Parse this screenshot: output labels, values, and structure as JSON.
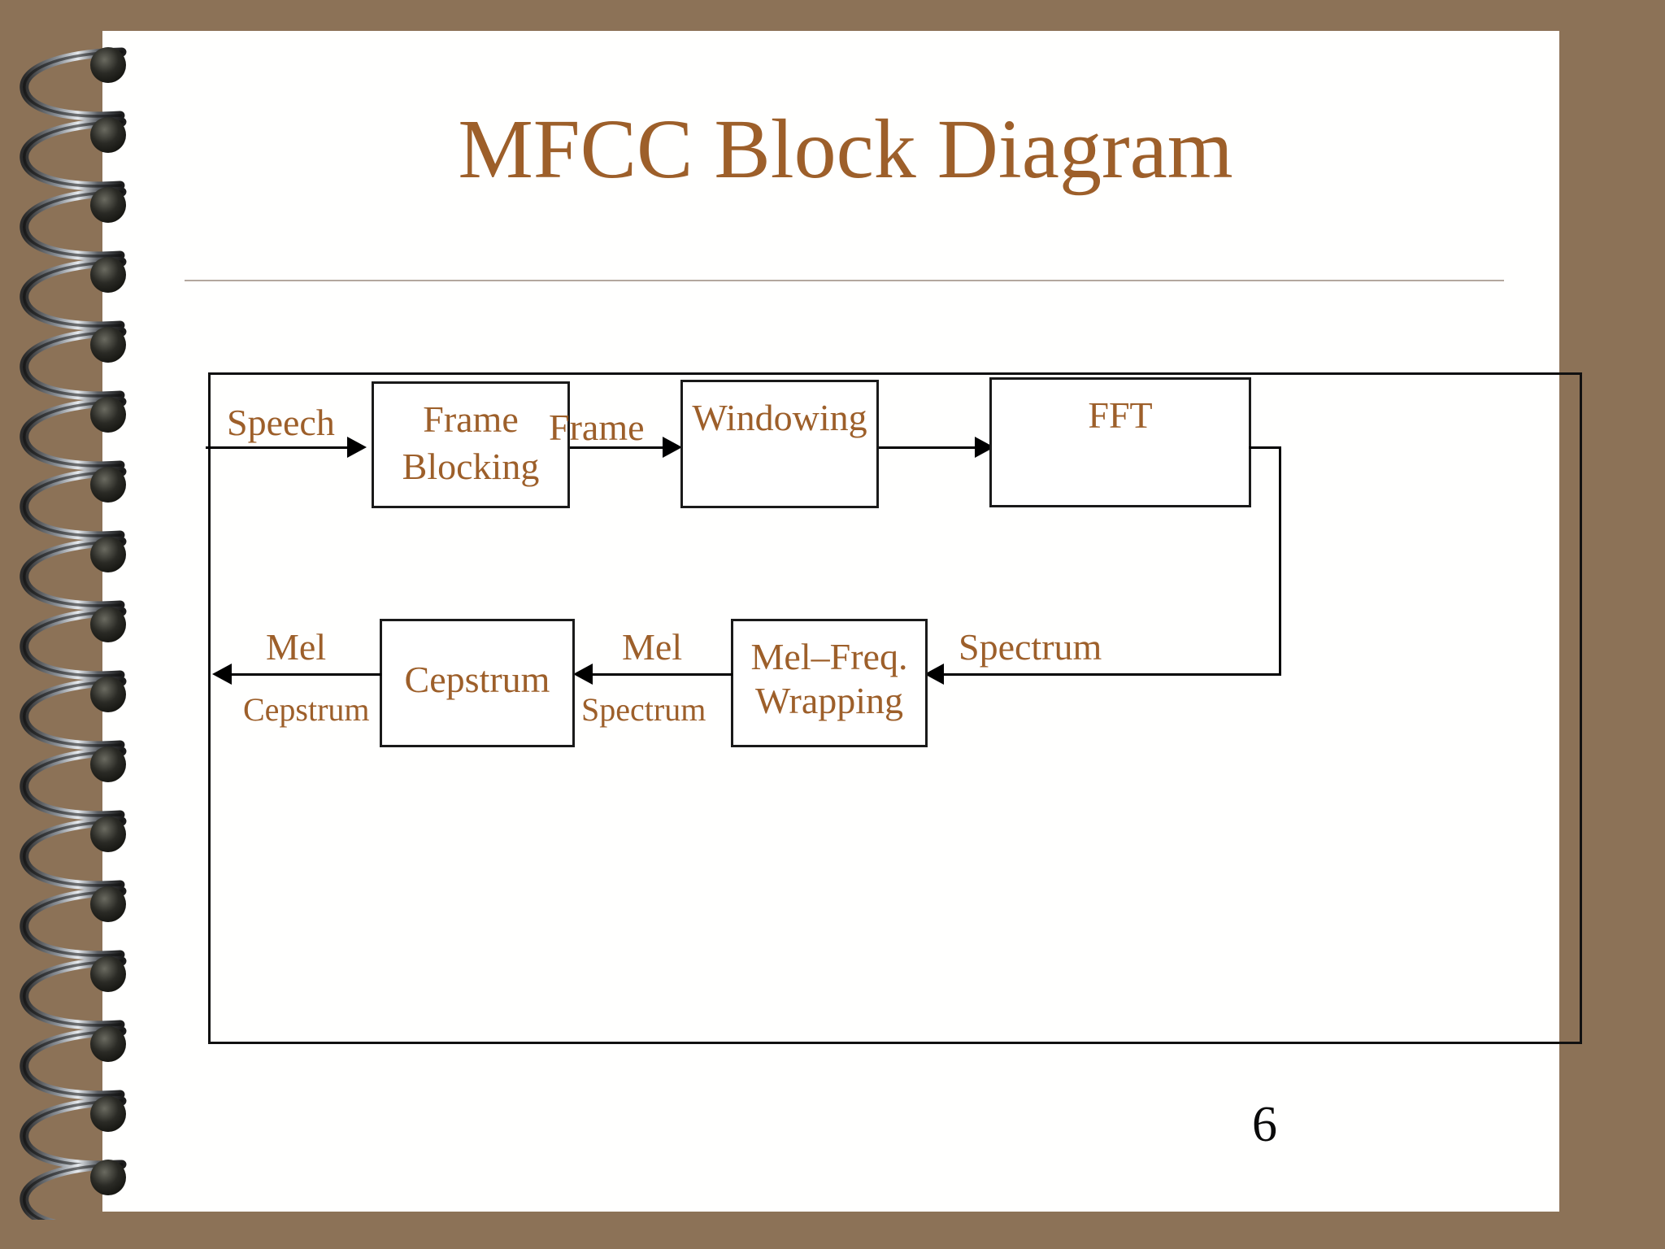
{
  "slide": {
    "title": "MFCC Block Diagram",
    "page_number": "6",
    "colors": {
      "background": "#8C7257",
      "page": "#FFFFFE",
      "accent_text": "#9D5F2A",
      "line": "#000000",
      "rule": "#B3A79E"
    }
  },
  "diagram": {
    "type": "flowchart",
    "nodes": [
      {
        "id": "frame-blocking",
        "label": "Frame\nBlocking",
        "label_line1": "Frame",
        "label_line2": "Blocking"
      },
      {
        "id": "windowing",
        "label": "Windowing"
      },
      {
        "id": "fft",
        "label": "FFT"
      },
      {
        "id": "mel-freq-wrapping",
        "label": "Mel–Freq.\nWrapping",
        "label_line1": "Mel–Freq.",
        "label_line2": "Wrapping"
      },
      {
        "id": "cepstrum",
        "label": "Cepstrum"
      }
    ],
    "edges": [
      {
        "id": "speech-in",
        "from": "input",
        "to": "frame-blocking",
        "label": "Speech",
        "label_line1": "Speech",
        "label_line2": "",
        "direction": "right"
      },
      {
        "id": "frame",
        "from": "frame-blocking",
        "to": "windowing",
        "label": "Frame",
        "label_line1": "Frame",
        "label_line2": "",
        "direction": "right"
      },
      {
        "id": "windowed",
        "from": "windowing",
        "to": "fft",
        "label": "",
        "label_line1": "",
        "label_line2": "",
        "direction": "right"
      },
      {
        "id": "spectrum",
        "from": "fft",
        "to": "mel-freq-wrapping",
        "label": "Spectrum",
        "label_line1": "Spectrum",
        "label_line2": "",
        "direction": "left"
      },
      {
        "id": "mel-spectrum",
        "from": "mel-freq-wrapping",
        "to": "cepstrum",
        "label": "Mel Spectrum",
        "label_line1": "Mel",
        "label_line2": "Spectrum",
        "direction": "left"
      },
      {
        "id": "mel-cepstrum",
        "from": "cepstrum",
        "to": "output",
        "label": "Mel Cepstrum",
        "label_line1": "Mel",
        "label_line2": "Cepstrum",
        "direction": "left"
      }
    ]
  }
}
